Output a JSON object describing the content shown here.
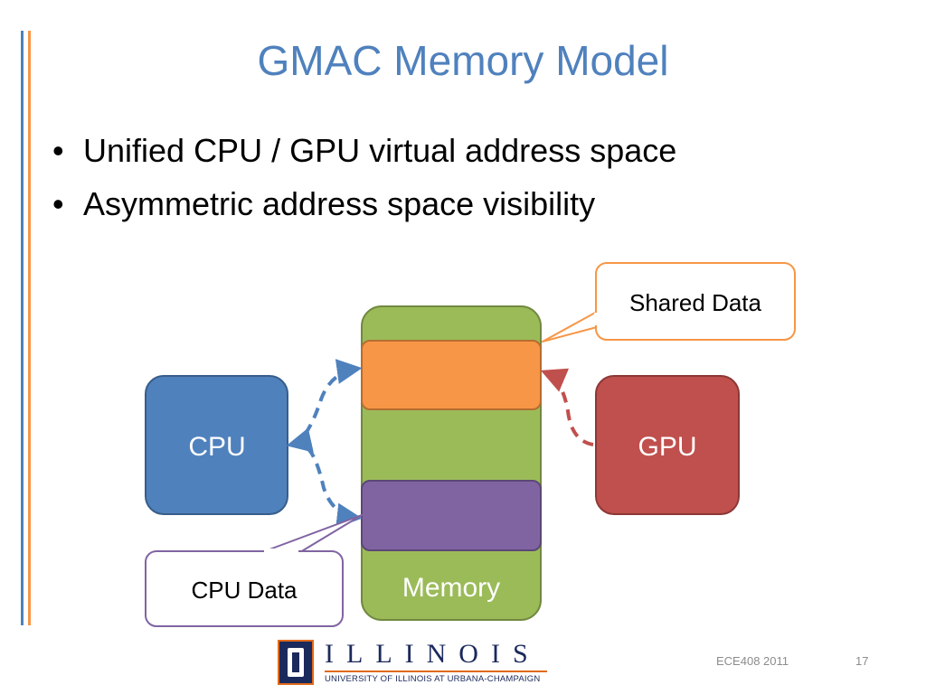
{
  "slide": {
    "title": "GMAC Memory Model",
    "bullets": [
      "Unified CPU / GPU virtual address space",
      "Asymmetric address space visibility"
    ]
  },
  "diagram": {
    "cpu_label": "CPU",
    "gpu_label": "GPU",
    "memory_label": "Memory",
    "shared_callout": "Shared Data",
    "cpu_callout": "CPU Data",
    "colors": {
      "cpu": "#4f81bd",
      "gpu": "#c0504d",
      "memory": "#9bbb59",
      "shared": "#f79646",
      "cpu_data": "#8064a2",
      "cpu_arrow": "#4f81bd",
      "gpu_arrow": "#c0504d"
    }
  },
  "footer": {
    "logo_word": "ILLINOIS",
    "logo_sub": "UNIVERSITY OF ILLINOIS AT URBANA-CHAMPAIGN",
    "course": "ECE408 2011",
    "page_number": "17"
  },
  "accent": {
    "blue": "#4f81bd",
    "orange": "#f79646"
  }
}
